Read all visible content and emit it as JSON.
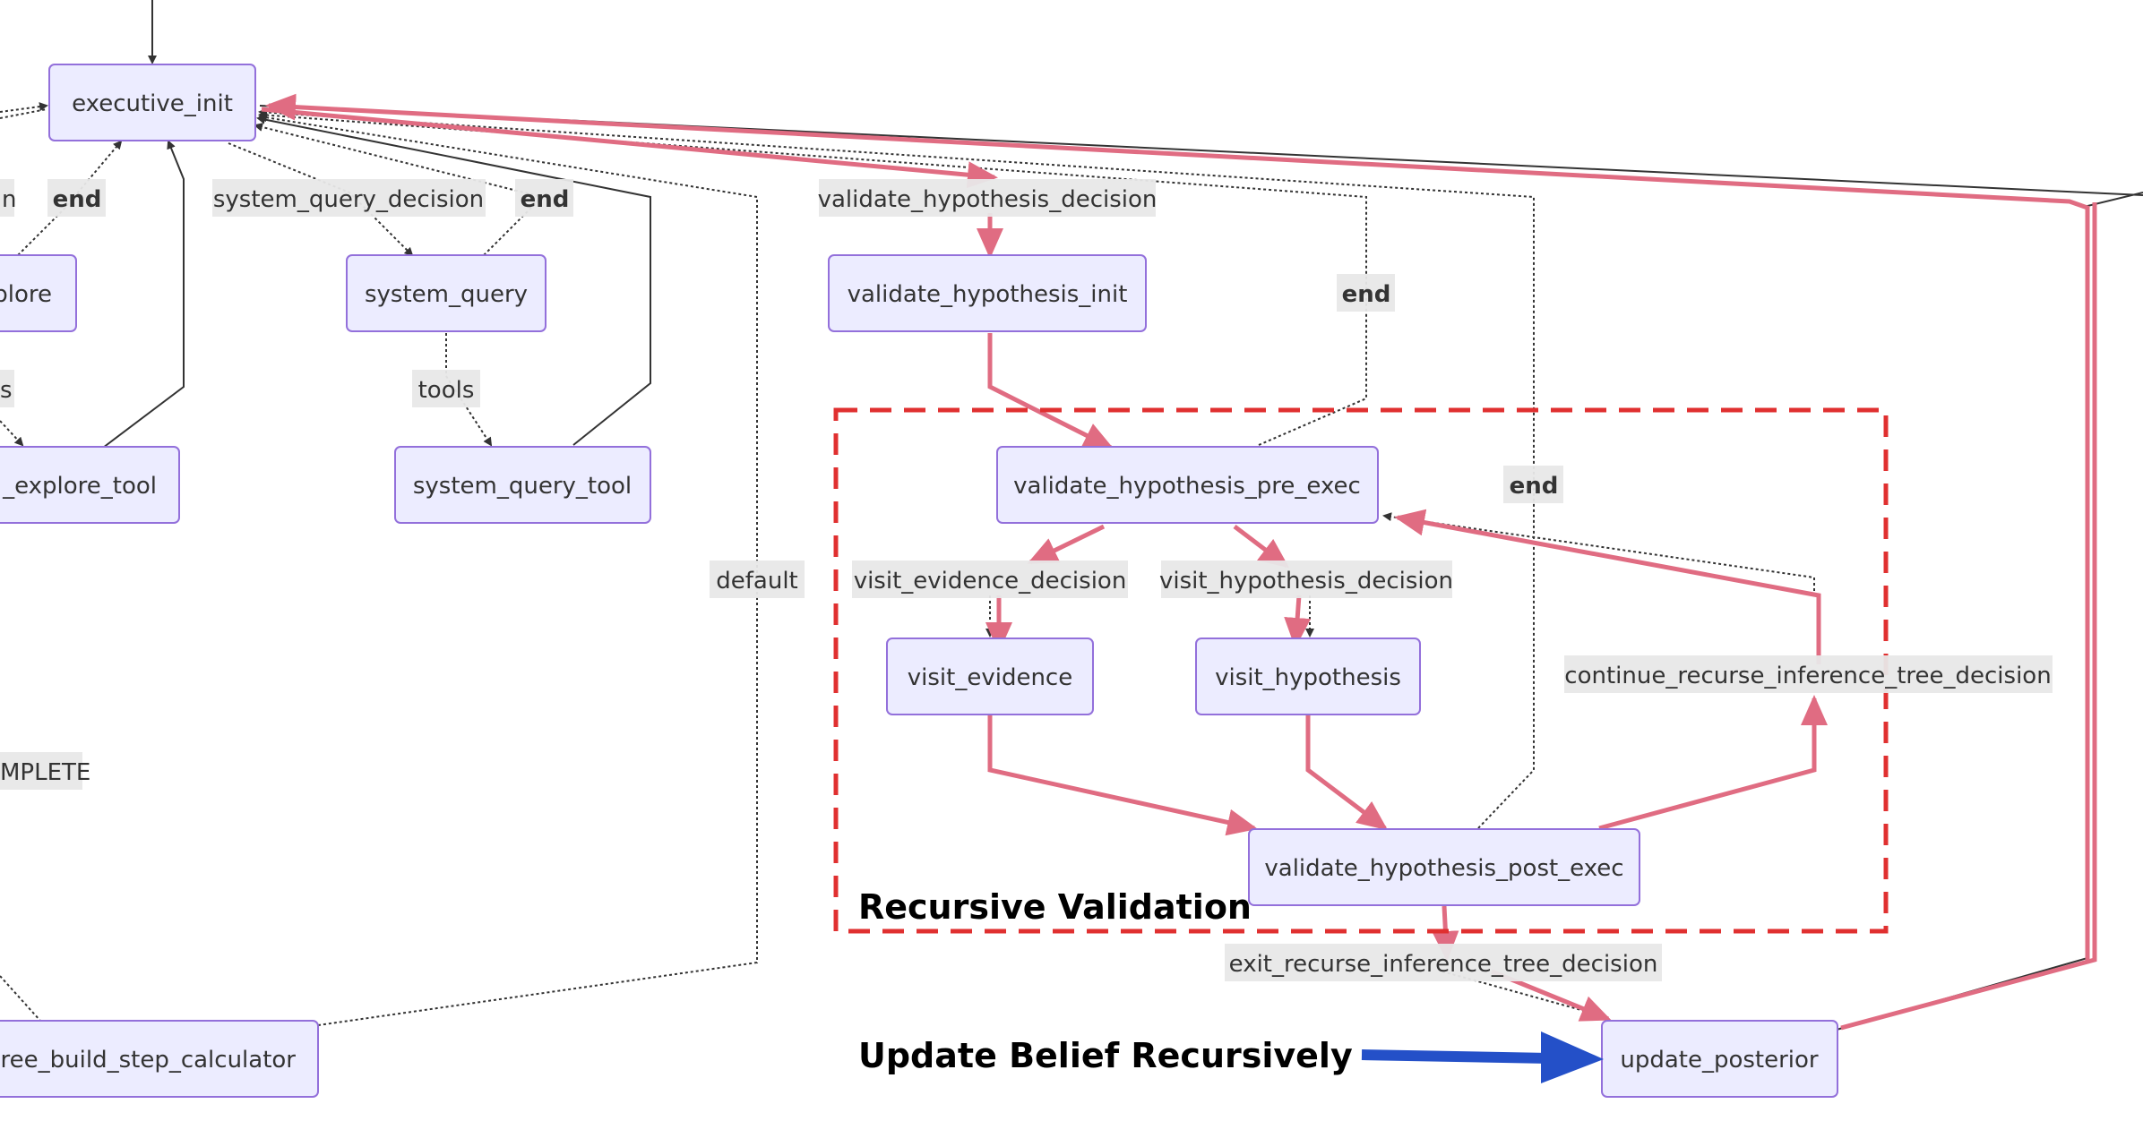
{
  "nodes": {
    "executive_init": "executive_init",
    "explore": "plore",
    "explore_tool": "_explore_tool",
    "system_query": "system_query",
    "system_query_tool": "system_query_tool",
    "validate_hypothesis_init": "validate_hypothesis_init",
    "validate_hypothesis_pre_exec": "validate_hypothesis_pre_exec",
    "visit_evidence": "visit_evidence",
    "visit_hypothesis": "visit_hypothesis",
    "validate_hypothesis_post_exec": "validate_hypothesis_post_exec",
    "update_posterior": "update_posterior",
    "tree_build_step_calculator": "tree_build_step_calculator"
  },
  "edge_labels": {
    "left_n": "n",
    "end_1": "end",
    "system_query_decision": "system_query_decision",
    "end_2": "end",
    "validate_hypothesis_decision": "validate_hypothesis_decision",
    "end_3": "end",
    "left_s": "s",
    "tools": "tools",
    "end_4": "end",
    "default": "default",
    "visit_evidence_decision": "visit_evidence_decision",
    "visit_hypothesis_decision": "visit_hypothesis_decision",
    "continue_recurse_inference_tree_decision": "continue_recurse_inference_tree_decision",
    "mplete": "MPLETE",
    "exit_recurse_inference_tree_decision": "exit_recurse_inference_tree_decision"
  },
  "annotations": {
    "recursive_validation": "Recursive Validation",
    "update_belief": "Update Belief Recursively"
  },
  "colors": {
    "node_fill": "#ECECFF",
    "node_stroke": "#9370DB",
    "highlight_path": "#E06C82",
    "box_dashed": "#E03030",
    "arrow_blue": "#2450C8"
  }
}
